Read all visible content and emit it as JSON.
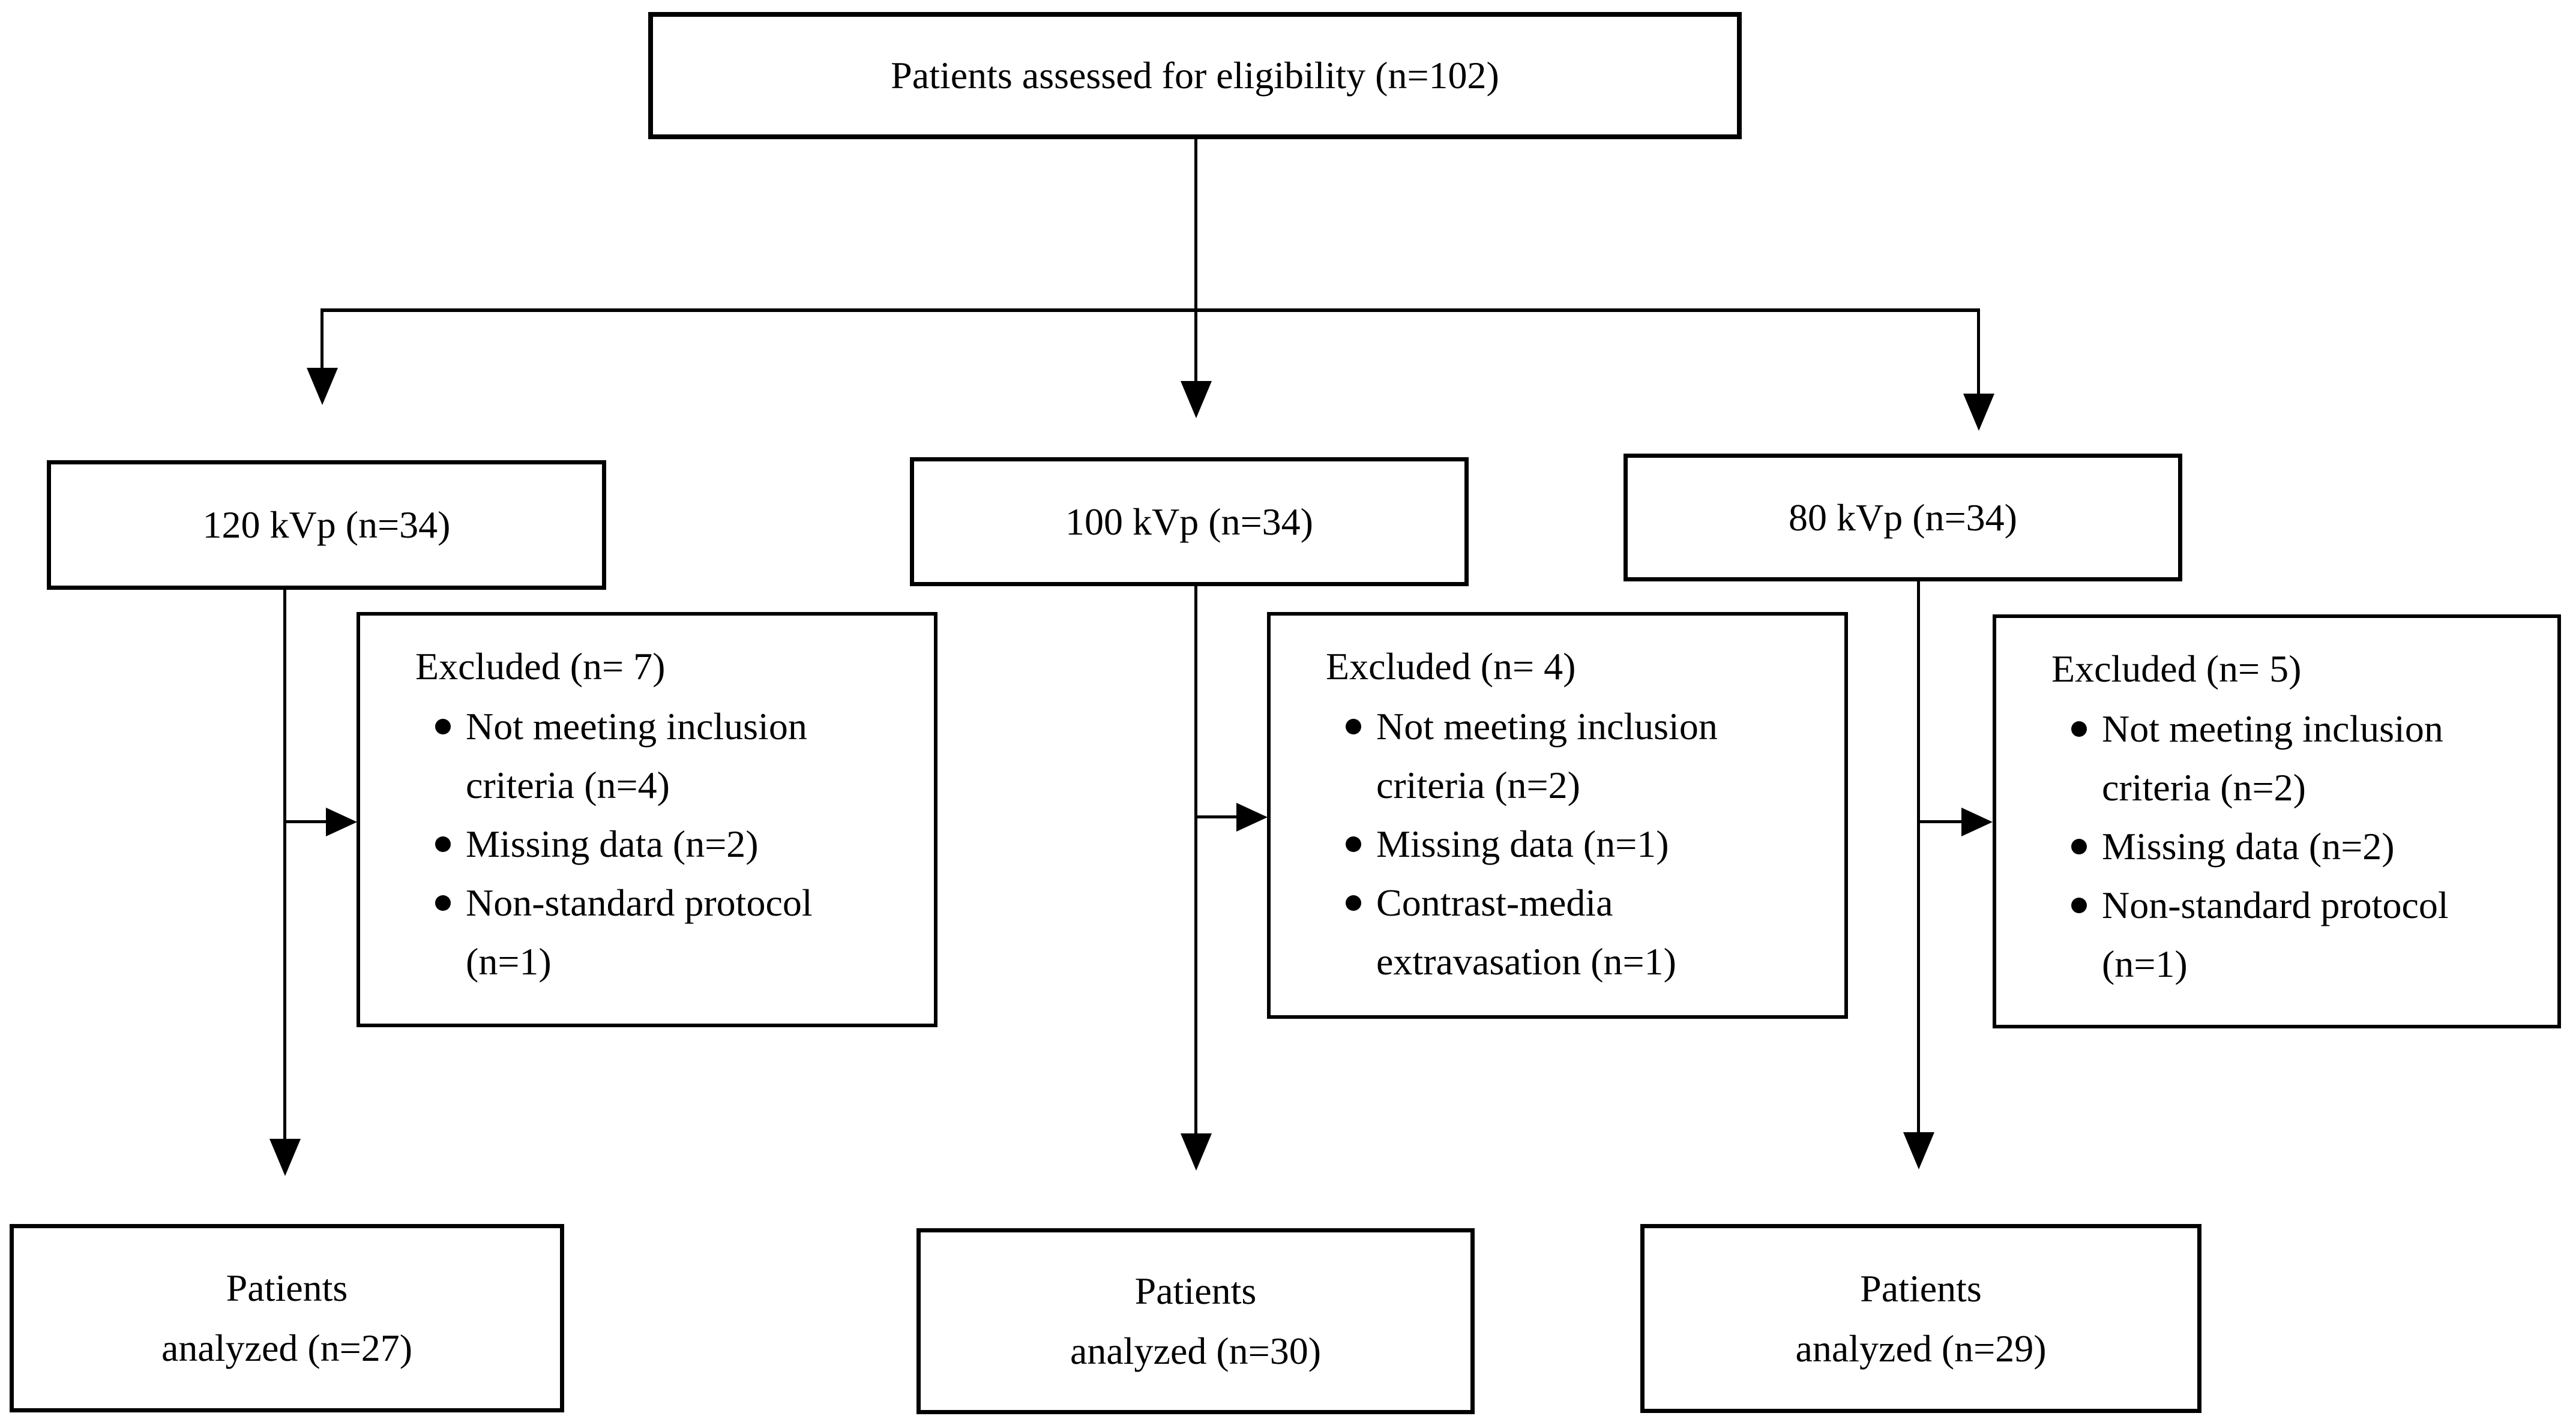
{
  "colors": {
    "ink": "#000000",
    "paper": "#ffffff"
  },
  "top_box": {
    "label": "Patients assessed for eligibility (n=102)"
  },
  "arms": [
    {
      "group_label": "120 kVp (n=34)",
      "excluded": {
        "title": "Excluded (n= 7)",
        "reasons": [
          "Not meeting inclusion criteria (n=4)",
          "Missing data (n=2)",
          "Non-standard protocol (n=1)"
        ]
      },
      "analyzed": {
        "line1": "Patients",
        "line2": "analyzed (n=27)"
      }
    },
    {
      "group_label": "100 kVp (n=34)",
      "excluded": {
        "title": "Excluded (n= 4)",
        "reasons": [
          "Not meeting inclusion criteria (n=2)",
          "Missing data (n=1)",
          "Contrast-media extravasation (n=1)"
        ]
      },
      "analyzed": {
        "line1": "Patients",
        "line2": "analyzed (n=30)"
      }
    },
    {
      "group_label": "80 kVp (n=34)",
      "excluded": {
        "title": "Excluded (n= 5)",
        "reasons": [
          "Not meeting inclusion criteria (n=2)",
          "Missing data (n=2)",
          "Non-standard protocol (n=1)"
        ]
      },
      "analyzed": {
        "line1": "Patients",
        "line2": "analyzed (n=29)"
      }
    }
  ]
}
